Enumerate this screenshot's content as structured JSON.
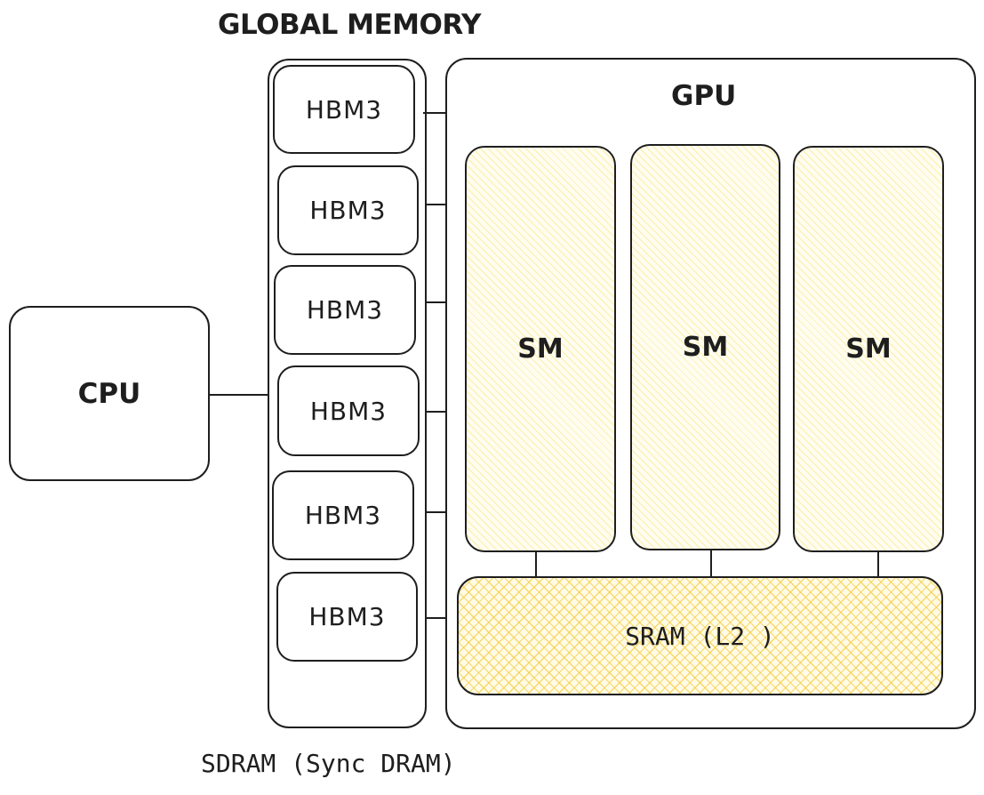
{
  "global_memory": {
    "title": "GLOBAL MEMORY",
    "modules": [
      "HBM3",
      "HBM3",
      "HBM3",
      "HBM3",
      "HBM3",
      "HBM3"
    ],
    "caption": "SDRAM (Sync DRAM)"
  },
  "cpu": {
    "label": "CPU"
  },
  "gpu": {
    "label": "GPU",
    "sms": [
      "SM",
      "SM",
      "SM"
    ],
    "sram": "SRAM (L2 )"
  },
  "colors": {
    "stroke": "#1e1e1e",
    "sm_hatch": "#fae16e",
    "sram_hatch": "#f5cd46"
  }
}
